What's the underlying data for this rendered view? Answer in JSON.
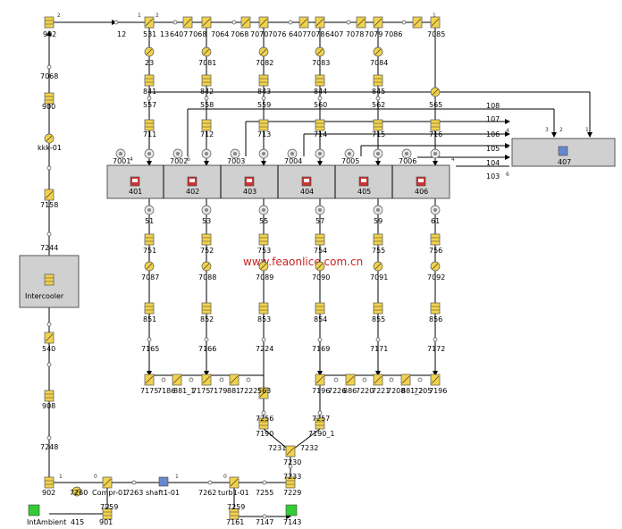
{
  "watermark": "www.feaonlice.com.cn",
  "colors": {
    "icon_yellow": "#f2d24a",
    "block_gray": "#d0d0d0",
    "ambient_green": "#33cc33",
    "wire": "#000000"
  },
  "blocks": {
    "intercooler": "Intercooler",
    "b401": "401",
    "b402": "402",
    "b403": "403",
    "b404": "404",
    "b405": "405",
    "b406": "406",
    "b407": "407"
  },
  "labels": {
    "l902t": "902",
    "l12": "12",
    "l531": "531",
    "l13": "13",
    "l7068": "7068",
    "l7064": "7064",
    "l7068b": "7068",
    "l900": "900",
    "l7085": "7085",
    "lkkk": "kkk-01",
    "l7158": "7158",
    "l7244": "7244",
    "l23": "23",
    "l7081": "7081",
    "l7082": "7082",
    "l7083": "7083",
    "l7084": "7084",
    "l841": "841",
    "l842": "842",
    "l843": "843",
    "l844": "844",
    "l845": "845",
    "l557": "557",
    "l558": "558",
    "l559": "559",
    "l560": "560",
    "l562": "562",
    "l565": "565",
    "l711": "711",
    "l712": "712",
    "l713": "713",
    "l714": "714",
    "l715": "715",
    "l716": "716",
    "l108": "108",
    "l107": "107",
    "l106": "106",
    "l105": "105",
    "l104": "104",
    "l103": "103",
    "l7001": "7001",
    "l7002": "7002",
    "l7003": "7003",
    "l7004": "7004",
    "l7005": "7005",
    "l7006": "7006",
    "l51": "51",
    "l53": "53",
    "l55": "55",
    "l57": "57",
    "l59": "59",
    "l61": "61",
    "l751": "751",
    "l752": "752",
    "l753": "753",
    "l754": "754",
    "l755": "755",
    "l756": "756",
    "l7087": "7087",
    "l7088": "7088",
    "l7089": "7089",
    "l7090": "7090",
    "l7091": "7091",
    "l7092": "7092",
    "l851": "851",
    "l852": "852",
    "l853": "853",
    "l854": "854",
    "l855": "855",
    "l856": "856",
    "l7165": "7165",
    "l7166": "7166",
    "l7224": "7224",
    "l7169": "7169",
    "l7171": "7171",
    "l7172": "7172",
    "l7175": "7175",
    "l7186": "7186",
    "l881": "881_1",
    "l7175b": "7175",
    "l7179": "7179",
    "l881b": "881",
    "l7222": "7222",
    "l563": "563",
    "l7196": "7196",
    "l7226": "7226",
    "l886": "886",
    "l7220": "7220",
    "l7221": "7221",
    "l7208": "7208",
    "l881_2": "881_2",
    "l7205": "7205",
    "l7196b": "7196",
    "l540": "540",
    "l7256": "7256",
    "l7257": "7257",
    "l7190": "7190",
    "l7190_1": "7190_1",
    "l7231": "7231",
    "l7232": "7232",
    "l7230": "7230",
    "l7233": "7233",
    "l7248": "7248",
    "l908": "908",
    "l902b": "902",
    "l7260": "7260",
    "lcompr": "Compr-01",
    "l7263": "7263",
    "lshaft": "shaft1-01",
    "l7262": "7262",
    "lturb": "turb1-01",
    "l7255": "7255",
    "l7229": "7229",
    "l7259": "7259",
    "lambient": "IntAmbient",
    "l415": "415",
    "l901": "901",
    "l7161": "7161",
    "l7147": "7147",
    "l7143": "7143"
  },
  "ports": {
    "p1": "1",
    "p2": "2",
    "p3": "3",
    "p4": "4",
    "p5": "5",
    "p6": "6",
    "p0": "0"
  }
}
